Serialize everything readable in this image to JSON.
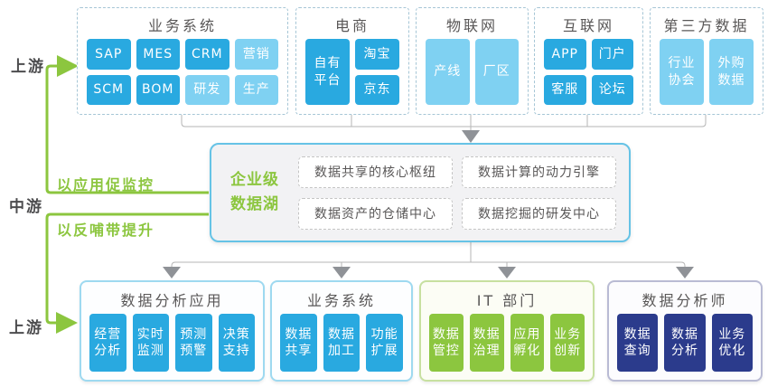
{
  "colors": {
    "tile_blue": "#29a9e0",
    "tile_light_blue": "#7fd1f2",
    "tile_green": "#8cc63f",
    "tile_navy": "#2b3b8c",
    "accent_green": "#8cc63f",
    "text_gray": "#595757",
    "connector_gray": "#b5b5b5",
    "arrowhead_gray": "#8f9297",
    "lake_border_blue": "#66c3e6"
  },
  "labels": {
    "upstream_top": "上游",
    "midstream": "中游",
    "upstream_bottom": "上游",
    "flow_note_top": "以应用促监控",
    "flow_note_bottom": "以反哺带提升"
  },
  "top_row": {
    "boxes": [
      {
        "title": "业务系统",
        "tiles": [
          {
            "label": "SAP"
          },
          {
            "label": "MES"
          },
          {
            "label": "CRM"
          },
          {
            "label": "营销"
          },
          {
            "label": "SCM"
          },
          {
            "label": "BOM"
          },
          {
            "label": "研发"
          },
          {
            "label": "生产"
          }
        ]
      },
      {
        "title": "电商",
        "tiles": [
          {
            "label": "自有\n平台"
          },
          {
            "label": "淘宝"
          },
          {
            "label": "京东"
          }
        ]
      },
      {
        "title": "物联网",
        "tiles": [
          {
            "label": "产线"
          },
          {
            "label": "厂区"
          }
        ]
      },
      {
        "title": "互联网",
        "tiles": [
          {
            "label": "APP"
          },
          {
            "label": "门户"
          },
          {
            "label": "客服"
          },
          {
            "label": "论坛"
          }
        ]
      },
      {
        "title": "第三方数据",
        "tiles": [
          {
            "label": "行业\n协会"
          },
          {
            "label": "外购\n数据"
          }
        ]
      }
    ]
  },
  "data_lake": {
    "title": "企业级\n数据湖",
    "pills": [
      "数据共享的核心枢纽",
      "数据计算的动力引擎",
      "数据资产的仓储中心",
      "数据挖掘的研发中心"
    ]
  },
  "bottom_row": {
    "boxes": [
      {
        "title": "数据分析应用",
        "tiles": [
          {
            "label": "经营\n分析"
          },
          {
            "label": "实时\n监测"
          },
          {
            "label": "预测\n预警"
          },
          {
            "label": "决策\n支持"
          }
        ]
      },
      {
        "title": "业务系统",
        "tiles": [
          {
            "label": "数据\n共享"
          },
          {
            "label": "数据\n加工"
          },
          {
            "label": "功能\n扩展"
          }
        ]
      },
      {
        "title": "IT 部门",
        "tiles": [
          {
            "label": "数据\n管控"
          },
          {
            "label": "数据\n治理"
          },
          {
            "label": "应用\n孵化"
          },
          {
            "label": "业务\n创新"
          }
        ]
      },
      {
        "title": "数据分析师",
        "tiles": [
          {
            "label": "数据\n查询"
          },
          {
            "label": "数据\n分析"
          },
          {
            "label": "业务\n优化"
          }
        ]
      }
    ]
  }
}
